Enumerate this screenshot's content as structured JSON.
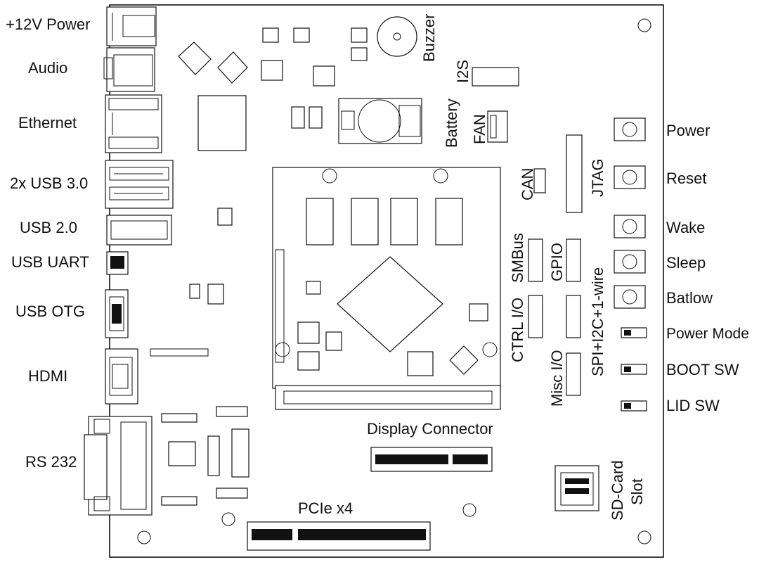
{
  "diagram": {
    "left_labels": {
      "power12v": "+12V Power",
      "audio": "Audio",
      "ethernet": "Ethernet",
      "usb3": "2x USB 3.0",
      "usb2": "USB 2.0",
      "usb_uart": "USB UART",
      "usb_otg": "USB OTG",
      "hdmi": "HDMI",
      "rs232": "RS 232"
    },
    "right_labels": {
      "power": "Power",
      "reset": "Reset",
      "wake": "Wake",
      "sleep": "Sleep",
      "batlow": "Batlow",
      "power_mode": "Power Mode",
      "boot_sw": "BOOT SW",
      "lid_sw": "LID SW"
    },
    "board_labels": {
      "buzzer": "Buzzer",
      "i2s": "I2S",
      "battery": "Battery",
      "fan": "FAN",
      "can": "CAN",
      "jtag": "JTAG",
      "smbus": "SMBus",
      "gpio": "GPIO",
      "ctrl_io": "CTRL I/O",
      "spi_i2c": "SPI+I2C+1-wire",
      "misc_io": "Misc I/O",
      "display_connector": "Display Connector",
      "pcie": "PCIe x4",
      "sdcard_line1": "SD-Card",
      "sdcard_line2": "Slot"
    }
  }
}
